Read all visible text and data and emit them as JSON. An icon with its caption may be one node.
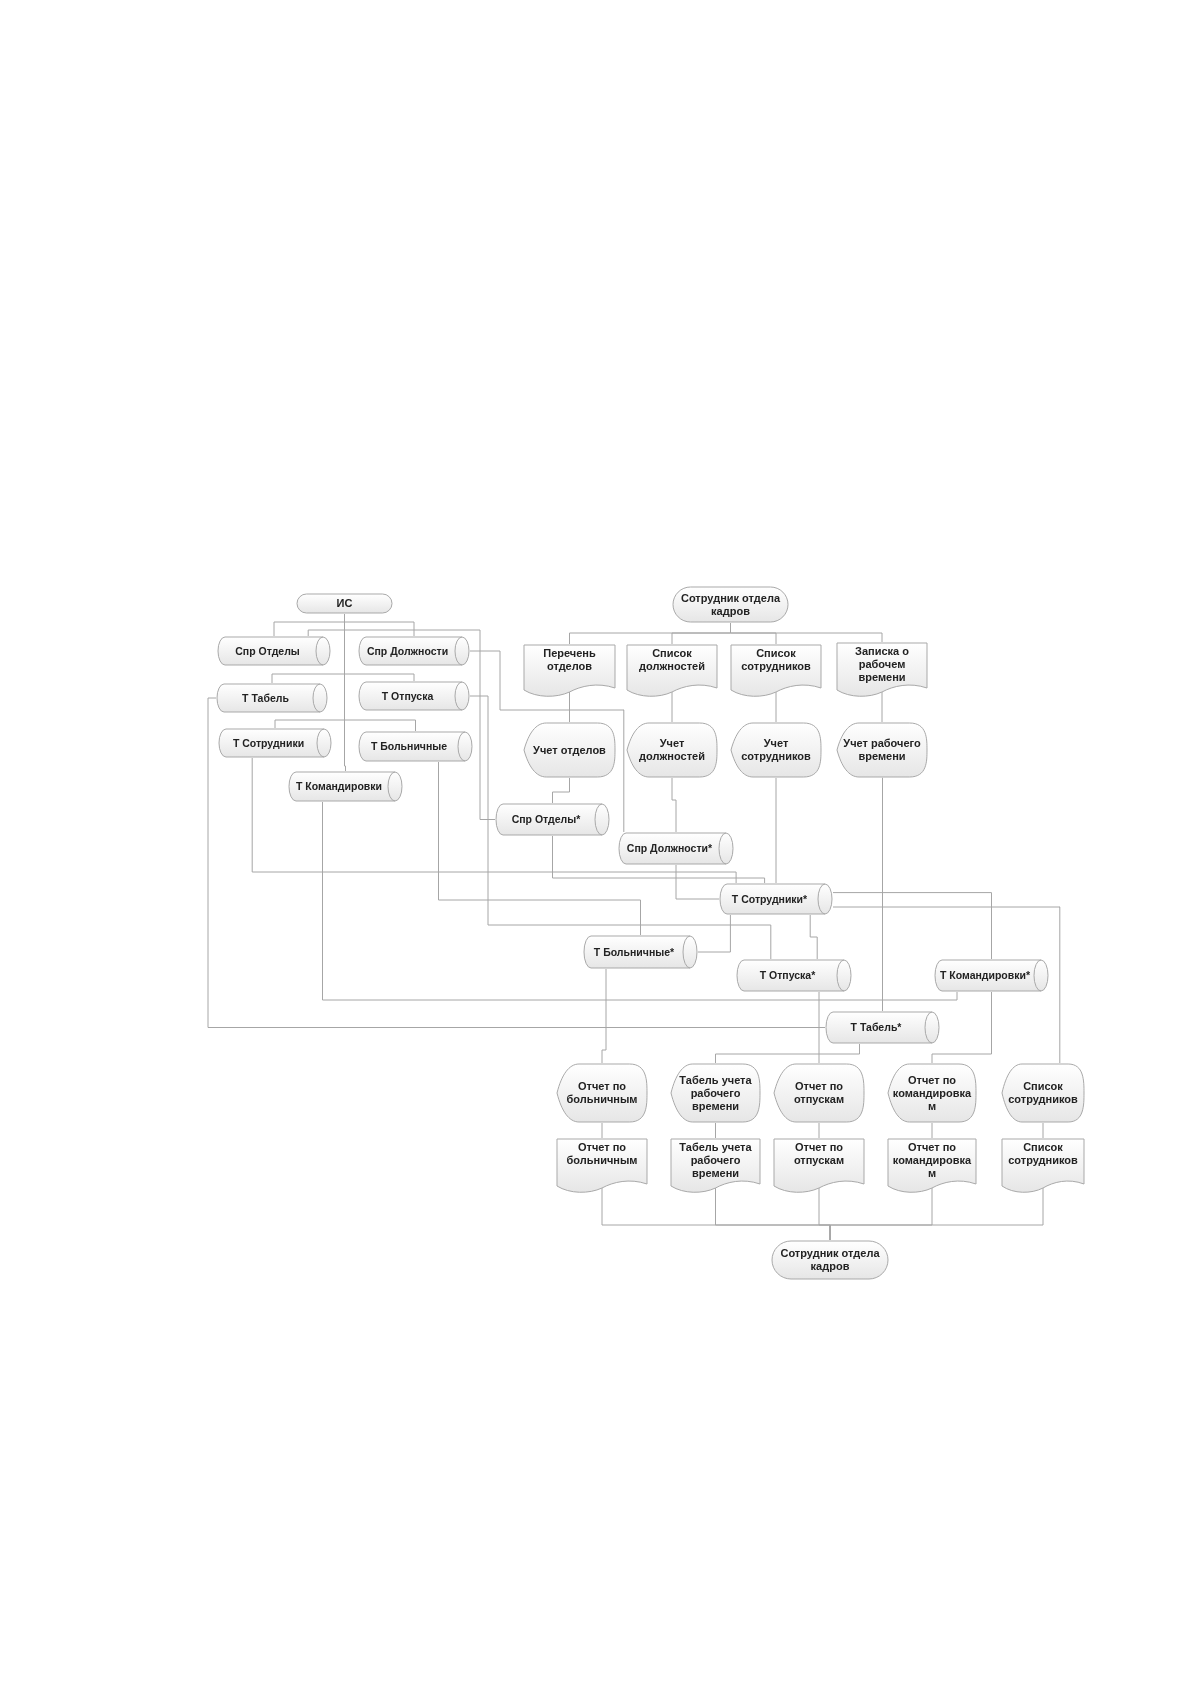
{
  "diagram": {
    "nodes": [
      {
        "text": [
          "ИС"
        ]
      },
      {
        "text": [
          "Спр Отделы"
        ]
      },
      {
        "text": [
          "Спр Должности"
        ]
      },
      {
        "text": [
          "Т Табель"
        ]
      },
      {
        "text": [
          "Т Отпуска"
        ]
      },
      {
        "text": [
          "Т Сотрудники"
        ]
      },
      {
        "text": [
          "Т Больничные"
        ]
      },
      {
        "text": [
          "Т Командировки"
        ]
      },
      {
        "text": [
          "Сотрудник отдела кадров"
        ]
      },
      {
        "text": [
          "Перечень отделов"
        ]
      },
      {
        "text": [
          "Список должностей"
        ]
      },
      {
        "text": [
          "Список сотрудников"
        ]
      },
      {
        "text": [
          "Записка о рабочем времени"
        ]
      },
      {
        "text": [
          "Учет отделов"
        ]
      },
      {
        "text": [
          "Учет должностей"
        ]
      },
      {
        "text": [
          "Учет сотрудников"
        ]
      },
      {
        "text": [
          "Учет рабочего времени"
        ]
      },
      {
        "text": [
          "Спр Отделы*"
        ]
      },
      {
        "text": [
          "Спр Должности*"
        ]
      },
      {
        "text": [
          "Т Сотрудники*"
        ]
      },
      {
        "text": [
          "Т Больничные*"
        ]
      },
      {
        "text": [
          "Т Отпуска*"
        ]
      },
      {
        "text": [
          "Т Командировки*"
        ]
      },
      {
        "text": [
          "Т Табель*"
        ]
      },
      {
        "text": [
          "Отчет по больничным"
        ]
      },
      {
        "text": [
          "Табель учета рабочего времени"
        ]
      },
      {
        "text": [
          "Отчет по отпускам"
        ]
      },
      {
        "text": [
          "Отчет по командировкам"
        ]
      },
      {
        "text": [
          "Список сотрудников"
        ]
      },
      {
        "text": [
          "Отчет по больничным"
        ]
      },
      {
        "text": [
          "Табель учета рабочего времени"
        ]
      },
      {
        "text": [
          "Отчет по отпускам"
        ]
      },
      {
        "text": [
          "Отчет по командировкам"
        ]
      },
      {
        "text": [
          "Список сотрудников"
        ]
      },
      {
        "text": [
          "Сотрудник отдела кадров"
        ]
      }
    ],
    "edges": [
      {
        "from": 0,
        "to": 1,
        "arrow": "none"
      },
      {
        "from": 0,
        "to": 2,
        "arrow": "none"
      },
      {
        "from": 0,
        "to": 3,
        "arrow": "none"
      },
      {
        "from": 0,
        "to": 4,
        "arrow": "none"
      },
      {
        "from": 0,
        "to": 5,
        "arrow": "none"
      },
      {
        "from": 0,
        "to": 6,
        "arrow": "none"
      },
      {
        "from": 0,
        "to": 7,
        "arrow": "none"
      },
      {
        "from": 8,
        "to": 9,
        "arrow": "none"
      },
      {
        "from": 8,
        "to": 10,
        "arrow": "none"
      },
      {
        "from": 8,
        "to": 11,
        "arrow": "none"
      },
      {
        "from": 8,
        "to": 12,
        "arrow": "none"
      },
      {
        "from": 9,
        "to": 13,
        "arrow": "none"
      },
      {
        "from": 10,
        "to": 14,
        "arrow": "none"
      },
      {
        "from": 11,
        "to": 15,
        "arrow": "none"
      },
      {
        "from": 12,
        "to": 16,
        "arrow": "none"
      },
      {
        "from": 13,
        "to": 17,
        "arrow": "none"
      },
      {
        "from": 14,
        "to": 18,
        "arrow": "none"
      },
      {
        "from": 15,
        "to": 19,
        "arrow": "none"
      },
      {
        "from": 16,
        "to": 23,
        "arrow": "none"
      },
      {
        "from": 1,
        "to": 17,
        "arrow": "none"
      },
      {
        "from": 2,
        "to": 18,
        "arrow": "none"
      },
      {
        "from": 3,
        "to": 23,
        "arrow": "none"
      },
      {
        "from": 4,
        "to": 21,
        "arrow": "none"
      },
      {
        "from": 5,
        "to": 19,
        "arrow": "none"
      },
      {
        "from": 6,
        "to": 20,
        "arrow": "none"
      },
      {
        "from": 7,
        "to": 22,
        "arrow": "none"
      },
      {
        "from": 17,
        "to": 19,
        "arrow": "none"
      },
      {
        "from": 18,
        "to": 19,
        "arrow": "none"
      },
      {
        "from": 19,
        "to": 20,
        "arrow": "none"
      },
      {
        "from": 19,
        "to": 21,
        "arrow": "none"
      },
      {
        "from": 19,
        "to": 22,
        "arrow": "none"
      },
      {
        "from": 19,
        "to": 28,
        "arrow": "none"
      },
      {
        "from": 20,
        "to": 24,
        "arrow": "none"
      },
      {
        "from": 21,
        "to": 26,
        "arrow": "none"
      },
      {
        "from": 23,
        "to": 25,
        "arrow": "none"
      },
      {
        "from": 22,
        "to": 27,
        "arrow": "none"
      },
      {
        "from": 24,
        "to": 29,
        "arrow": "none"
      },
      {
        "from": 25,
        "to": 30,
        "arrow": "none"
      },
      {
        "from": 26,
        "to": 31,
        "arrow": "none"
      },
      {
        "from": 27,
        "to": 32,
        "arrow": "none"
      },
      {
        "from": 28,
        "to": 33,
        "arrow": "none"
      },
      {
        "from": 29,
        "to": 34,
        "arrow": "none"
      },
      {
        "from": 30,
        "to": 34,
        "arrow": "none"
      },
      {
        "from": 31,
        "to": 34,
        "arrow": "none"
      },
      {
        "from": 32,
        "to": 34,
        "arrow": "none"
      },
      {
        "from": 33,
        "to": 34,
        "arrow": "none"
      }
    ]
  }
}
